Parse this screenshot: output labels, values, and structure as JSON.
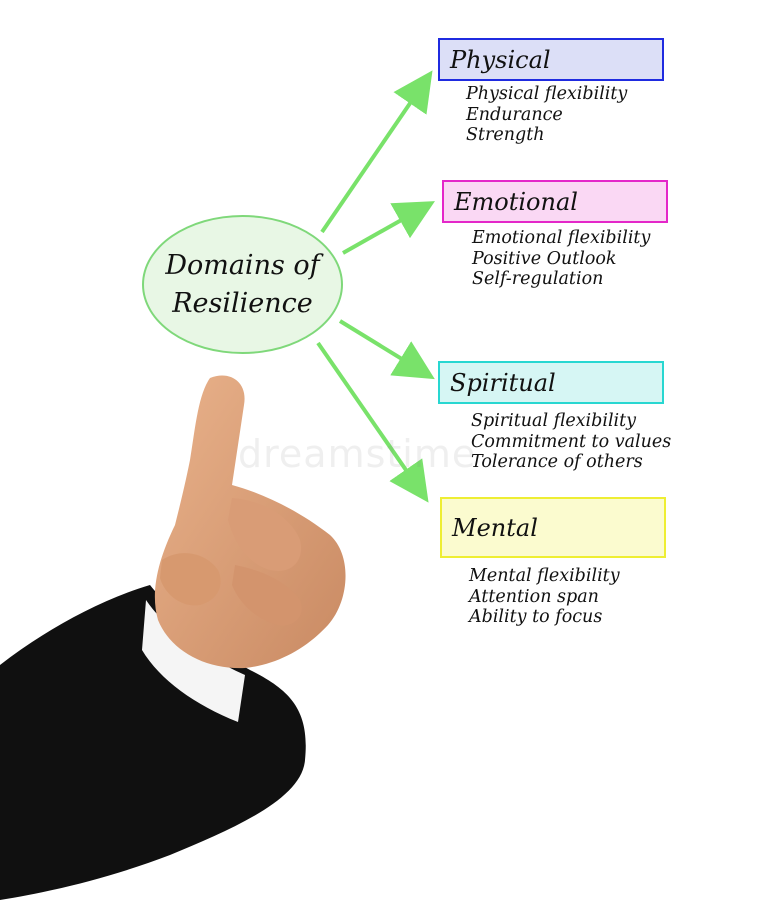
{
  "diagram": {
    "center": {
      "line1": "Domains of",
      "line2": "Resilience"
    },
    "domains": [
      {
        "title": "Physical",
        "items": [
          "Physical flexibility",
          "Endurance",
          "Strength"
        ],
        "border_color": "#1f2be0",
        "fill_color": "#dcdff7"
      },
      {
        "title": "Emotional",
        "items": [
          "Emotional  flexibility",
          "Positive Outlook",
          "Self-regulation"
        ],
        "border_color": "#e427c9",
        "fill_color": "#fad8f4"
      },
      {
        "title": "Spiritual",
        "items": [
          "Spiritual flexibility",
          "Commitment to values",
          "Tolerance of others"
        ],
        "border_color": "#28d7d1",
        "fill_color": "#d6f6f4"
      },
      {
        "title": "Mental",
        "items": [
          "Mental flexibility",
          "Attention span",
          "Ability to focus"
        ],
        "border_color": "#eeee33",
        "fill_color": "#fbfbcf"
      }
    ],
    "arrow_color": "#79e26a",
    "center_border_color": "#7fd87a",
    "center_fill_color": "#e8f7e5"
  },
  "watermark": "dreamstime"
}
